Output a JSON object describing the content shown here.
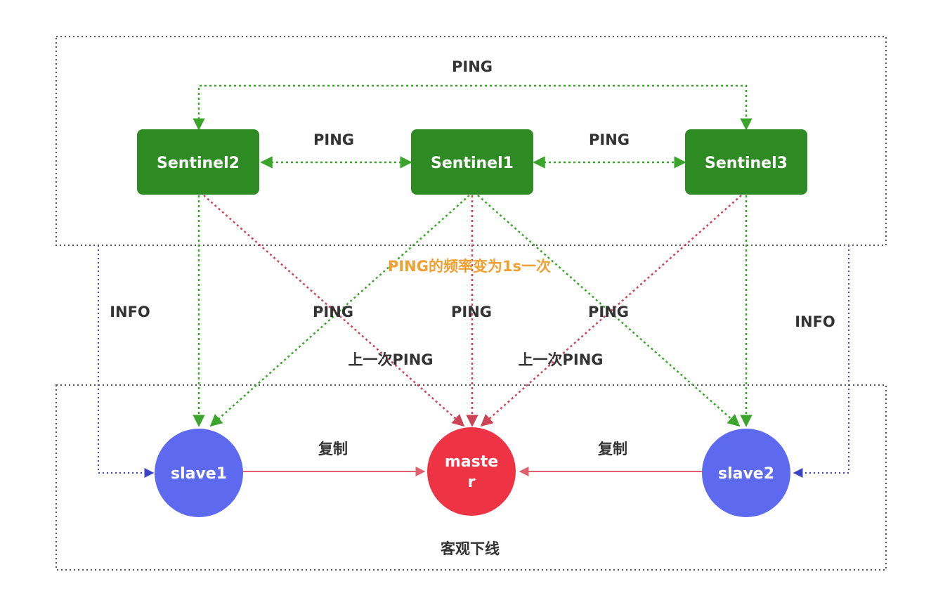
{
  "sentinels": {
    "sentinel2": "Sentinel2",
    "sentinel1": "Sentinel1",
    "sentinel3": "Sentinel3"
  },
  "nodes": {
    "slave1": "slave1",
    "master_line1": "maste",
    "master_line2": "r",
    "slave2": "slave2"
  },
  "labels": {
    "ping_top": "PING",
    "ping_left_mid": "PING",
    "ping_right_mid": "PING",
    "ping_freq": "PING的频率变为1s一次",
    "info_left": "INFO",
    "info_right": "INFO",
    "ping_diag_left": "PING",
    "ping_center": "PING",
    "ping_diag_right": "PING",
    "last_ping_left": "上一次PING",
    "last_ping_right": "上一次PING",
    "replicate_left": "复制",
    "replicate_right": "复制",
    "objective_down": "客观下线"
  },
  "colors": {
    "sentinel_fill": "#2e8b23",
    "slave_fill": "#5d6af0",
    "master_fill": "#ee3344",
    "green_line": "#3aa52a",
    "red_line": "#cc4455",
    "blue_line": "#3d43c9",
    "frame": "#555555",
    "replicate_line": "#e06070"
  }
}
